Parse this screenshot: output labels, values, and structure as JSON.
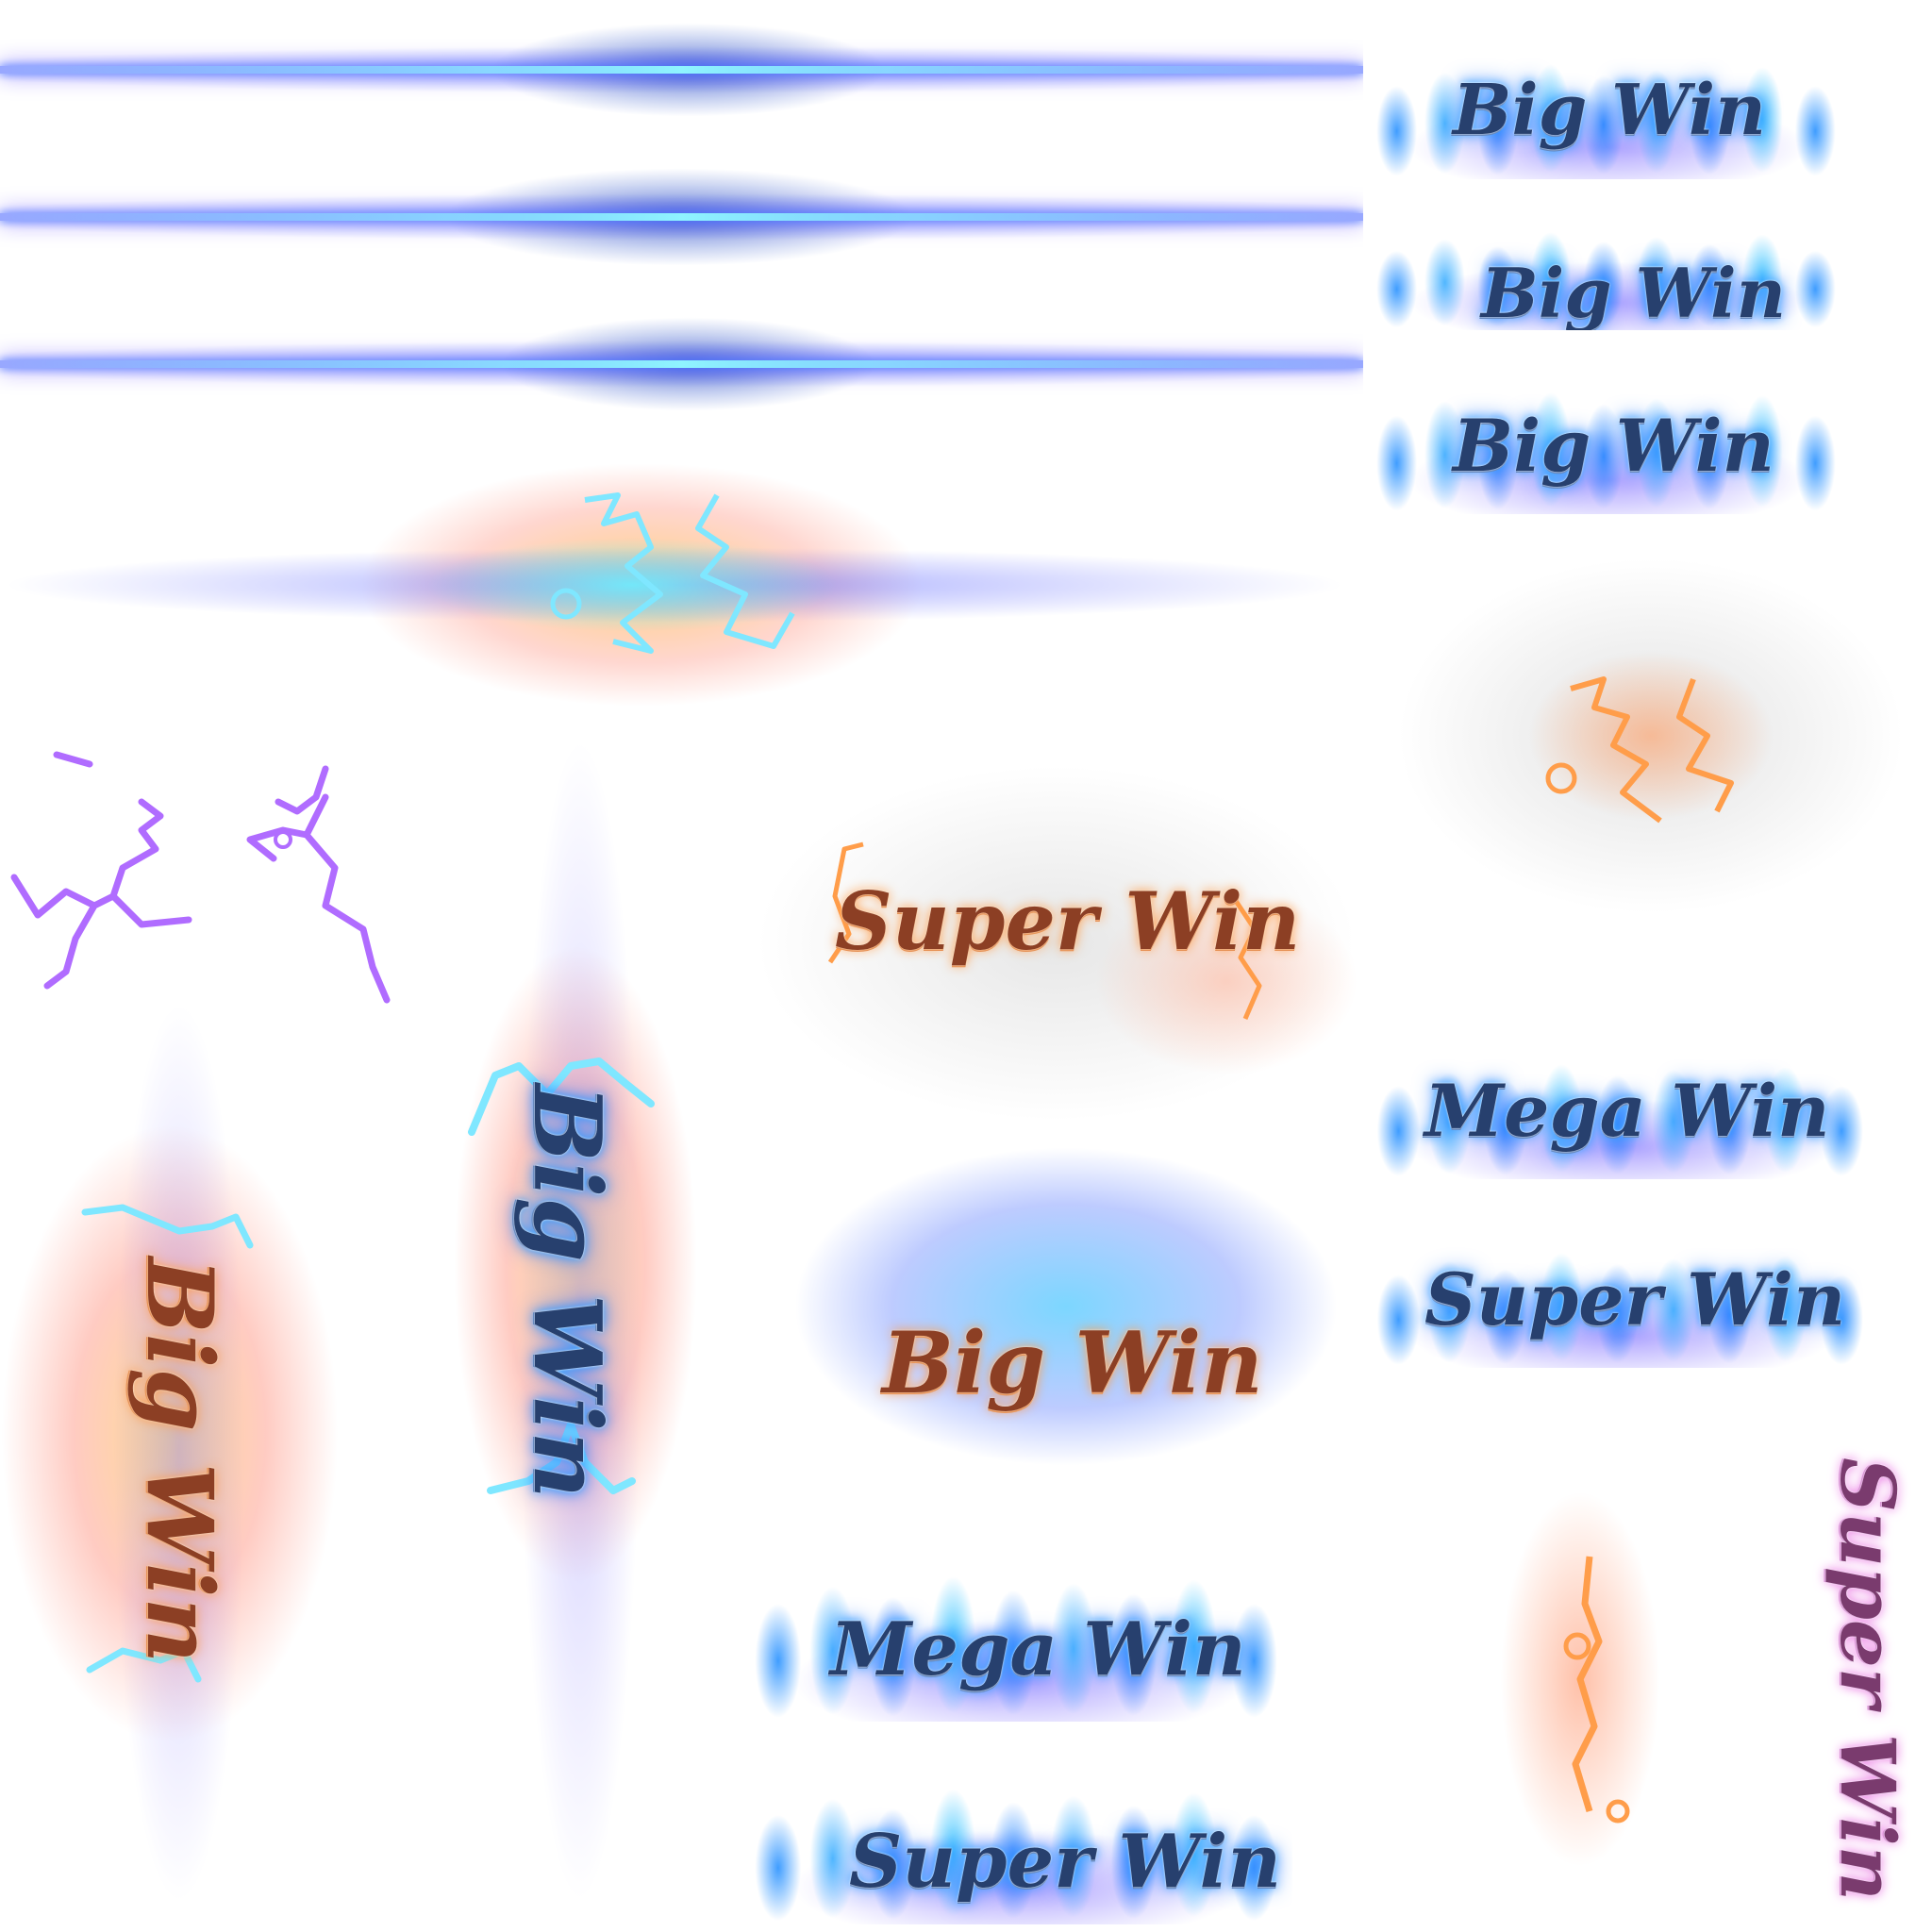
{
  "sprite_sheet": {
    "labels": {
      "big_win": "Big Win",
      "super_win": "Super Win",
      "mega_win": "Mega Win"
    },
    "colors": {
      "beam_core": "#8ff4ff",
      "beam_glow": "#6e56ff",
      "flame_blue": "#2f9bff",
      "copper_text": "#8c3f24",
      "copper_glow": "#ff9d4a",
      "pink_text": "#7a3b6e",
      "lightning_purple": "#b06cff",
      "lightning_cyan": "#7fe7ff",
      "lightning_orange": "#ff9d4a"
    }
  }
}
